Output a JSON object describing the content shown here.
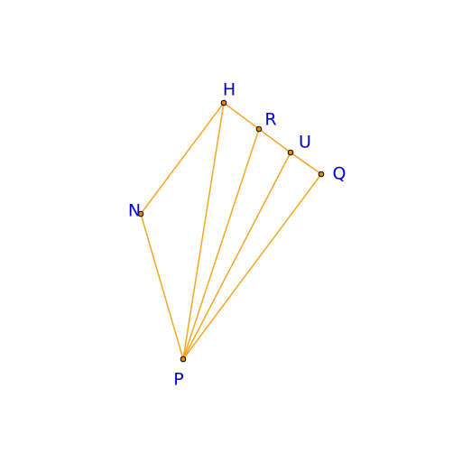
{
  "diagram": {
    "colors": {
      "segment": "#F5A623",
      "label": "#0000CC",
      "point_fill": "#E08A00",
      "point_stroke": "#000000"
    },
    "points": [
      {
        "id": "H",
        "label": "H"
      },
      {
        "id": "R",
        "label": "R"
      },
      {
        "id": "U",
        "label": "U"
      },
      {
        "id": "Q",
        "label": "Q"
      },
      {
        "id": "N",
        "label": "N"
      },
      {
        "id": "P",
        "label": "P"
      }
    ],
    "segments": [
      [
        "H",
        "R"
      ],
      [
        "R",
        "U"
      ],
      [
        "U",
        "Q"
      ],
      [
        "H",
        "N"
      ],
      [
        "N",
        "P"
      ],
      [
        "H",
        "P"
      ],
      [
        "R",
        "P"
      ],
      [
        "U",
        "P"
      ],
      [
        "Q",
        "P"
      ]
    ]
  }
}
